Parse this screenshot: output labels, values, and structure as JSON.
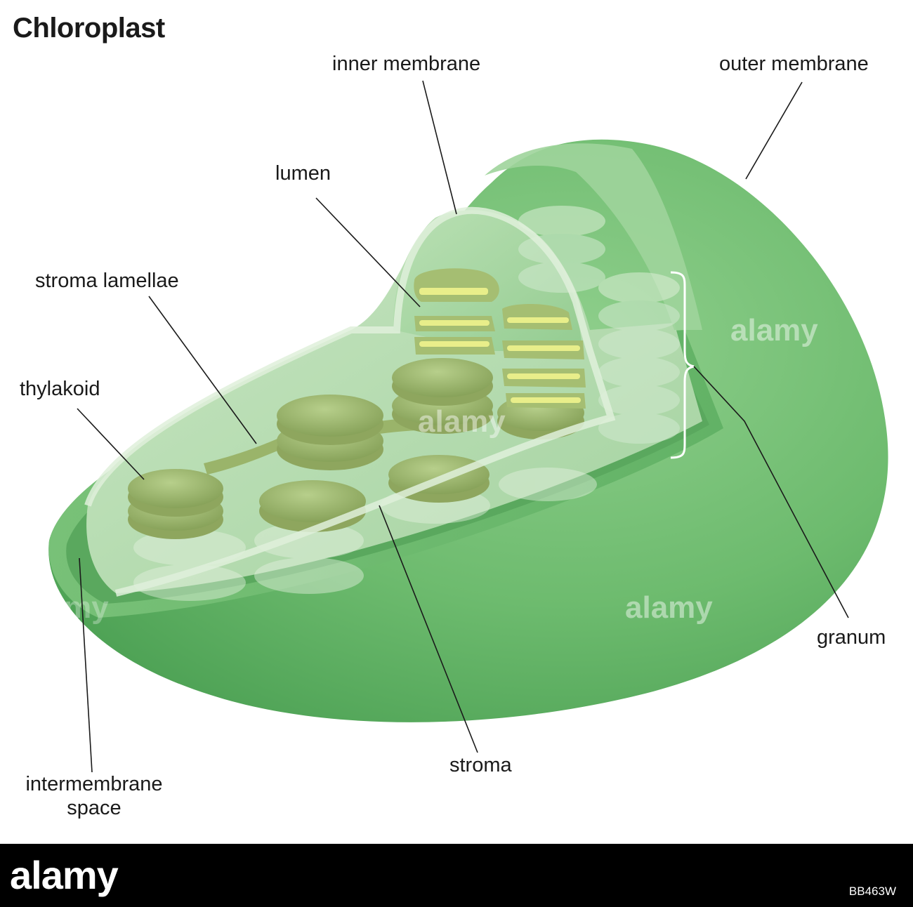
{
  "title": "Chloroplast",
  "labels": {
    "inner_membrane": "inner membrane",
    "outer_membrane": "outer membrane",
    "lumen": "lumen",
    "stroma_lamellae": "stroma lamellae",
    "thylakoid": "thylakoid",
    "granum": "granum",
    "stroma": "stroma",
    "intermembrane_line1": "intermembrane",
    "intermembrane_line2": "space"
  },
  "watermark": "alamy",
  "footer": {
    "logo": "alamy",
    "image_id": "BB463W"
  },
  "colors": {
    "outer_green": "#6dbb6e",
    "inner_green": "#a6d6a4",
    "thylakoid_green": "#99b86a",
    "lumen_yellow": "#e8ee8a",
    "footer_bg": "#000000"
  }
}
